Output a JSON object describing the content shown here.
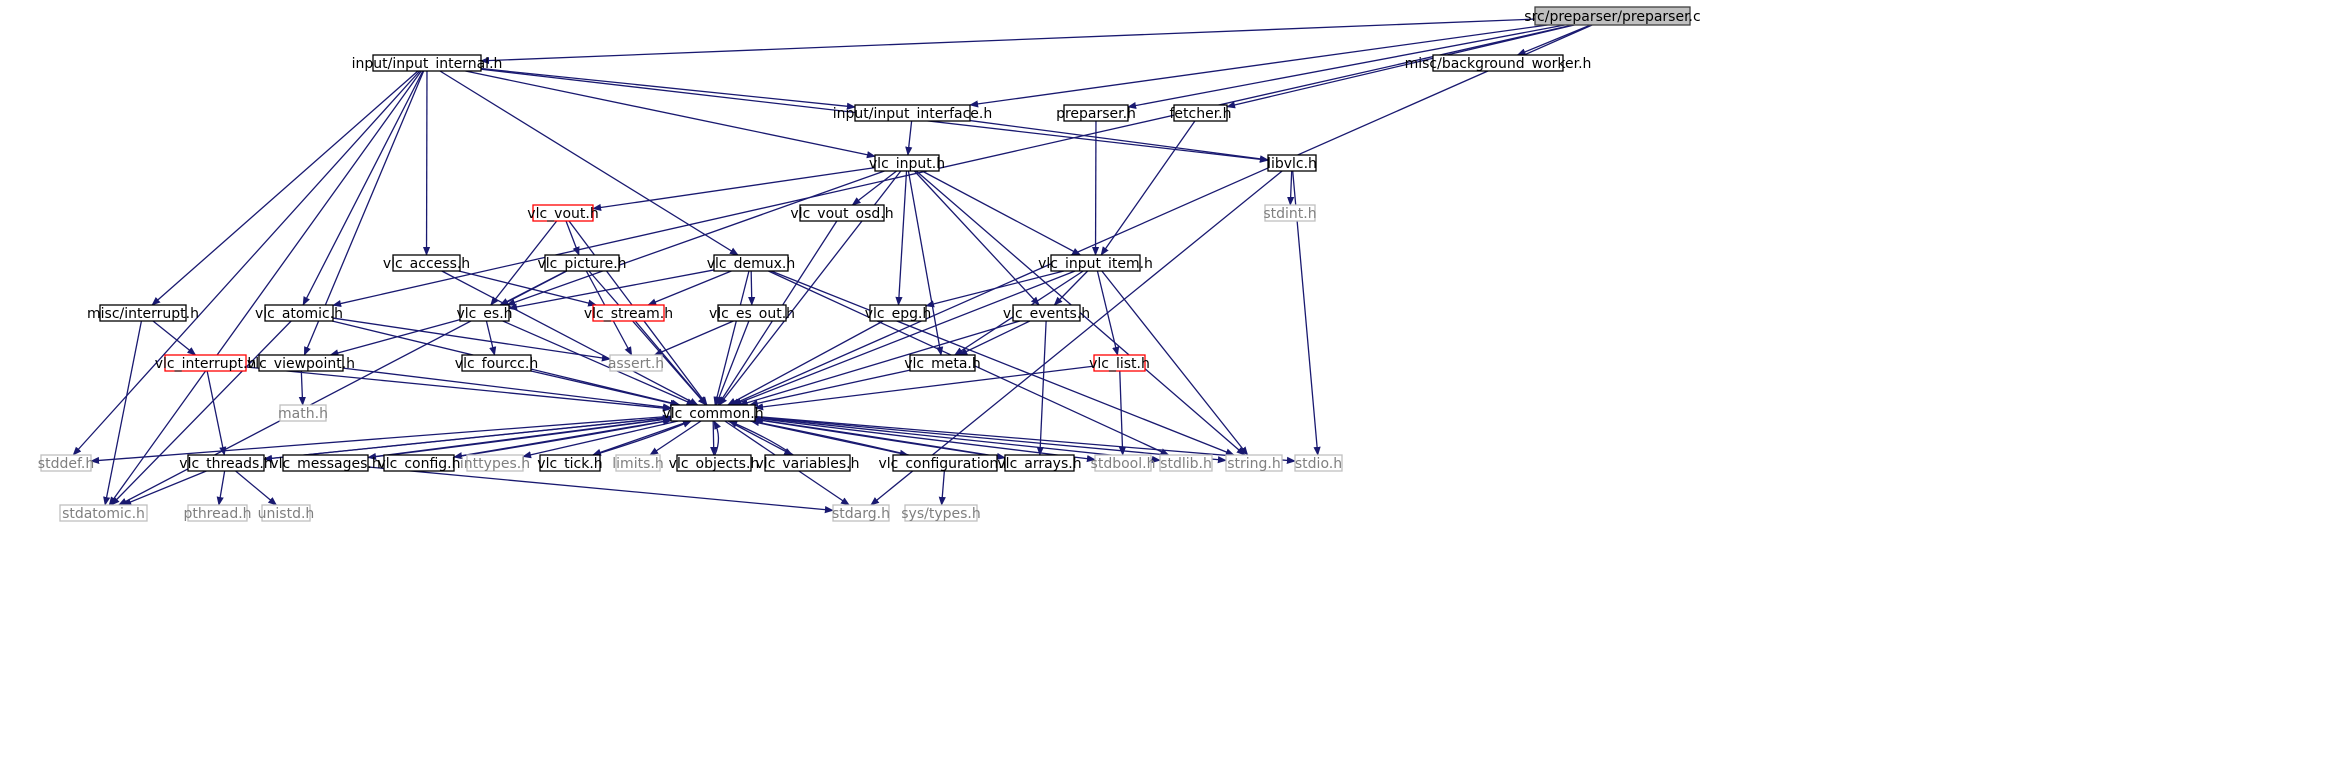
{
  "diagram": {
    "nodes": {
      "preparser_c": {
        "label": "src/preparser/preparser.c",
        "style": "root"
      },
      "input_internal": {
        "label": "input/input_internal.h",
        "style": "normal"
      },
      "background_worker": {
        "label": "misc/background_worker.h",
        "style": "normal"
      },
      "input_interface": {
        "label": "input/input_interface.h",
        "style": "normal"
      },
      "preparser_h": {
        "label": "preparser.h",
        "style": "normal"
      },
      "fetcher_h": {
        "label": "fetcher.h",
        "style": "normal"
      },
      "vlc_input": {
        "label": "vlc_input.h",
        "style": "normal"
      },
      "libvlc": {
        "label": "libvlc.h",
        "style": "normal"
      },
      "stdint": {
        "label": "stdint.h",
        "style": "missing"
      },
      "vlc_vout": {
        "label": "vlc_vout.h",
        "style": "truncated"
      },
      "vlc_vout_osd": {
        "label": "vlc_vout_osd.h",
        "style": "normal"
      },
      "vlc_access": {
        "label": "vlc_access.h",
        "style": "normal"
      },
      "vlc_picture": {
        "label": "vlc_picture.h",
        "style": "normal"
      },
      "vlc_demux": {
        "label": "vlc_demux.h",
        "style": "normal"
      },
      "vlc_input_item": {
        "label": "vlc_input_item.h",
        "style": "normal"
      },
      "misc_interrupt": {
        "label": "misc/interrupt.h",
        "style": "normal"
      },
      "vlc_atomic": {
        "label": "vlc_atomic.h",
        "style": "normal"
      },
      "vlc_es": {
        "label": "vlc_es.h",
        "style": "normal"
      },
      "vlc_stream": {
        "label": "vlc_stream.h",
        "style": "truncated"
      },
      "vlc_es_out": {
        "label": "vlc_es_out.h",
        "style": "normal"
      },
      "vlc_epg": {
        "label": "vlc_epg.h",
        "style": "normal"
      },
      "vlc_events": {
        "label": "vlc_events.h",
        "style": "normal"
      },
      "vlc_list": {
        "label": "vlc_list.h",
        "style": "truncated"
      },
      "vlc_interrupt": {
        "label": "vlc_interrupt.h",
        "style": "truncated"
      },
      "vlc_viewpoint": {
        "label": "vlc_viewpoint.h",
        "style": "normal"
      },
      "assert": {
        "label": "assert.h",
        "style": "missing"
      },
      "vlc_fourcc": {
        "label": "vlc_fourcc.h",
        "style": "normal"
      },
      "vlc_meta": {
        "label": "vlc_meta.h",
        "style": "normal"
      },
      "math": {
        "label": "math.h",
        "style": "missing"
      },
      "vlc_common": {
        "label": "vlc_common.h",
        "style": "normal"
      },
      "stddef": {
        "label": "stddef.h",
        "style": "missing"
      },
      "vlc_threads": {
        "label": "vlc_threads.h",
        "style": "normal"
      },
      "vlc_messages": {
        "label": "vlc_messages.h",
        "style": "normal"
      },
      "vlc_config": {
        "label": "vlc_config.h",
        "style": "normal"
      },
      "inttypes": {
        "label": "inttypes.h",
        "style": "missing"
      },
      "vlc_tick": {
        "label": "vlc_tick.h",
        "style": "normal"
      },
      "limits": {
        "label": "limits.h",
        "style": "missing"
      },
      "vlc_objects": {
        "label": "vlc_objects.h",
        "style": "normal"
      },
      "vlc_variables": {
        "label": "vlc_variables.h",
        "style": "normal"
      },
      "vlc_configuration": {
        "label": "vlc_configuration.h",
        "style": "normal"
      },
      "vlc_arrays": {
        "label": "vlc_arrays.h",
        "style": "normal"
      },
      "stdbool": {
        "label": "stdbool.h",
        "style": "missing"
      },
      "stdlib": {
        "label": "stdlib.h",
        "style": "missing"
      },
      "string": {
        "label": "string.h",
        "style": "missing"
      },
      "stdio": {
        "label": "stdio.h",
        "style": "missing"
      },
      "stdatomic": {
        "label": "stdatomic.h",
        "style": "missing"
      },
      "pthread": {
        "label": "pthread.h",
        "style": "missing"
      },
      "unistd": {
        "label": "unistd.h",
        "style": "missing"
      },
      "stdarg": {
        "label": "stdarg.h",
        "style": "missing"
      },
      "sys_types": {
        "label": "sys/types.h",
        "style": "missing"
      }
    },
    "edges": [
      [
        "preparser_c",
        "input_internal"
      ],
      [
        "preparser_c",
        "background_worker"
      ],
      [
        "preparser_c",
        "input_interface"
      ],
      [
        "preparser_c",
        "preparser_h"
      ],
      [
        "preparser_c",
        "fetcher_h"
      ],
      [
        "preparser_c",
        "vlc_atomic"
      ],
      [
        "preparser_c",
        "vlc_common"
      ],
      [
        "input_internal",
        "input_interface"
      ],
      [
        "input_internal",
        "vlc_input"
      ],
      [
        "input_internal",
        "libvlc"
      ],
      [
        "input_internal",
        "vlc_access"
      ],
      [
        "input_internal",
        "vlc_demux"
      ],
      [
        "input_internal",
        "misc_interrupt"
      ],
      [
        "input_internal",
        "vlc_atomic"
      ],
      [
        "input_internal",
        "vlc_viewpoint"
      ],
      [
        "input_internal",
        "stddef"
      ],
      [
        "input_internal",
        "stdatomic"
      ],
      [
        "input_interface",
        "vlc_input"
      ],
      [
        "input_interface",
        "libvlc"
      ],
      [
        "preparser_h",
        "vlc_input_item"
      ],
      [
        "fetcher_h",
        "vlc_input_item"
      ],
      [
        "libvlc",
        "stdint"
      ],
      [
        "libvlc",
        "stdio"
      ],
      [
        "libvlc",
        "stdarg"
      ],
      [
        "vlc_input",
        "vlc_vout"
      ],
      [
        "vlc_input",
        "vlc_vout_osd"
      ],
      [
        "vlc_input",
        "vlc_es"
      ],
      [
        "vlc_input",
        "vlc_epg"
      ],
      [
        "vlc_input",
        "vlc_meta"
      ],
      [
        "vlc_input",
        "vlc_events"
      ],
      [
        "vlc_input",
        "vlc_input_item"
      ],
      [
        "vlc_input",
        "string"
      ],
      [
        "vlc_input",
        "vlc_common"
      ],
      [
        "vlc_vout",
        "vlc_picture"
      ],
      [
        "vlc_vout",
        "vlc_es"
      ],
      [
        "vlc_vout",
        "vlc_common"
      ],
      [
        "vlc_vout_osd",
        "vlc_common"
      ],
      [
        "vlc_access",
        "vlc_stream"
      ],
      [
        "vlc_access",
        "vlc_common"
      ],
      [
        "vlc_picture",
        "vlc_es"
      ],
      [
        "vlc_picture",
        "assert"
      ],
      [
        "vlc_picture",
        "stdatomic"
      ],
      [
        "vlc_picture",
        "vlc_common"
      ],
      [
        "vlc_demux",
        "vlc_es"
      ],
      [
        "vlc_demux",
        "vlc_stream"
      ],
      [
        "vlc_demux",
        "vlc_es_out"
      ],
      [
        "vlc_demux",
        "stdlib"
      ],
      [
        "vlc_demux",
        "string"
      ],
      [
        "vlc_demux",
        "vlc_common"
      ],
      [
        "vlc_input_item",
        "vlc_epg"
      ],
      [
        "vlc_input_item",
        "vlc_events"
      ],
      [
        "vlc_input_item",
        "vlc_meta"
      ],
      [
        "vlc_input_item",
        "vlc_list"
      ],
      [
        "vlc_input_item",
        "string"
      ],
      [
        "vlc_input_item",
        "vlc_common"
      ],
      [
        "misc_interrupt",
        "vlc_interrupt"
      ],
      [
        "misc_interrupt",
        "stdatomic"
      ],
      [
        "vlc_atomic",
        "assert"
      ],
      [
        "vlc_atomic",
        "stdatomic"
      ],
      [
        "vlc_atomic",
        "vlc_common"
      ],
      [
        "vlc_es",
        "vlc_fourcc"
      ],
      [
        "vlc_es",
        "vlc_viewpoint"
      ],
      [
        "vlc_es",
        "vlc_common"
      ],
      [
        "vlc_stream",
        "vlc_common"
      ],
      [
        "vlc_es_out",
        "assert"
      ],
      [
        "vlc_es_out",
        "vlc_common"
      ],
      [
        "vlc_epg",
        "vlc_common"
      ],
      [
        "vlc_events",
        "vlc_meta"
      ],
      [
        "vlc_events",
        "vlc_arrays"
      ],
      [
        "vlc_events",
        "vlc_common"
      ],
      [
        "vlc_list",
        "stdbool"
      ],
      [
        "vlc_list",
        "vlc_common"
      ],
      [
        "vlc_interrupt",
        "vlc_threads"
      ],
      [
        "vlc_interrupt",
        "vlc_common"
      ],
      [
        "vlc_viewpoint",
        "math"
      ],
      [
        "vlc_viewpoint",
        "vlc_common"
      ],
      [
        "vlc_fourcc",
        "vlc_common"
      ],
      [
        "vlc_meta",
        "vlc_common"
      ],
      [
        "vlc_common",
        "stddef"
      ],
      [
        "vlc_common",
        "vlc_threads"
      ],
      [
        "vlc_common",
        "vlc_messages"
      ],
      [
        "vlc_common",
        "vlc_config"
      ],
      [
        "vlc_common",
        "inttypes"
      ],
      [
        "vlc_common",
        "vlc_tick"
      ],
      [
        "vlc_common",
        "limits"
      ],
      [
        "vlc_common",
        "vlc_objects"
      ],
      [
        "vlc_common",
        "vlc_variables"
      ],
      [
        "vlc_common",
        "vlc_configuration"
      ],
      [
        "vlc_common",
        "vlc_arrays"
      ],
      [
        "vlc_common",
        "stdbool"
      ],
      [
        "vlc_common",
        "stdlib"
      ],
      [
        "vlc_common",
        "string"
      ],
      [
        "vlc_common",
        "stdio"
      ],
      [
        "vlc_common",
        "stdarg"
      ],
      [
        "vlc_threads",
        "vlc_common"
      ],
      [
        "vlc_threads",
        "stdatomic"
      ],
      [
        "vlc_threads",
        "pthread"
      ],
      [
        "vlc_threads",
        "unistd"
      ],
      [
        "vlc_messages",
        "vlc_common"
      ],
      [
        "vlc_messages",
        "stdarg"
      ],
      [
        "vlc_config",
        "vlc_common"
      ],
      [
        "vlc_tick",
        "vlc_common"
      ],
      [
        "vlc_objects",
        "vlc_common"
      ],
      [
        "vlc_variables",
        "vlc_common"
      ],
      [
        "vlc_configuration",
        "vlc_common"
      ],
      [
        "vlc_configuration",
        "sys_types"
      ],
      [
        "vlc_arrays",
        "vlc_common"
      ]
    ]
  },
  "colors": {
    "edge": "#191970",
    "normal_border": "#000000",
    "missing_border": "#bfbfbf",
    "missing_text": "#7f7f7f",
    "truncated_border": "#ff0000",
    "root_fill": "#bfbfbf",
    "root_border": "#404040"
  }
}
